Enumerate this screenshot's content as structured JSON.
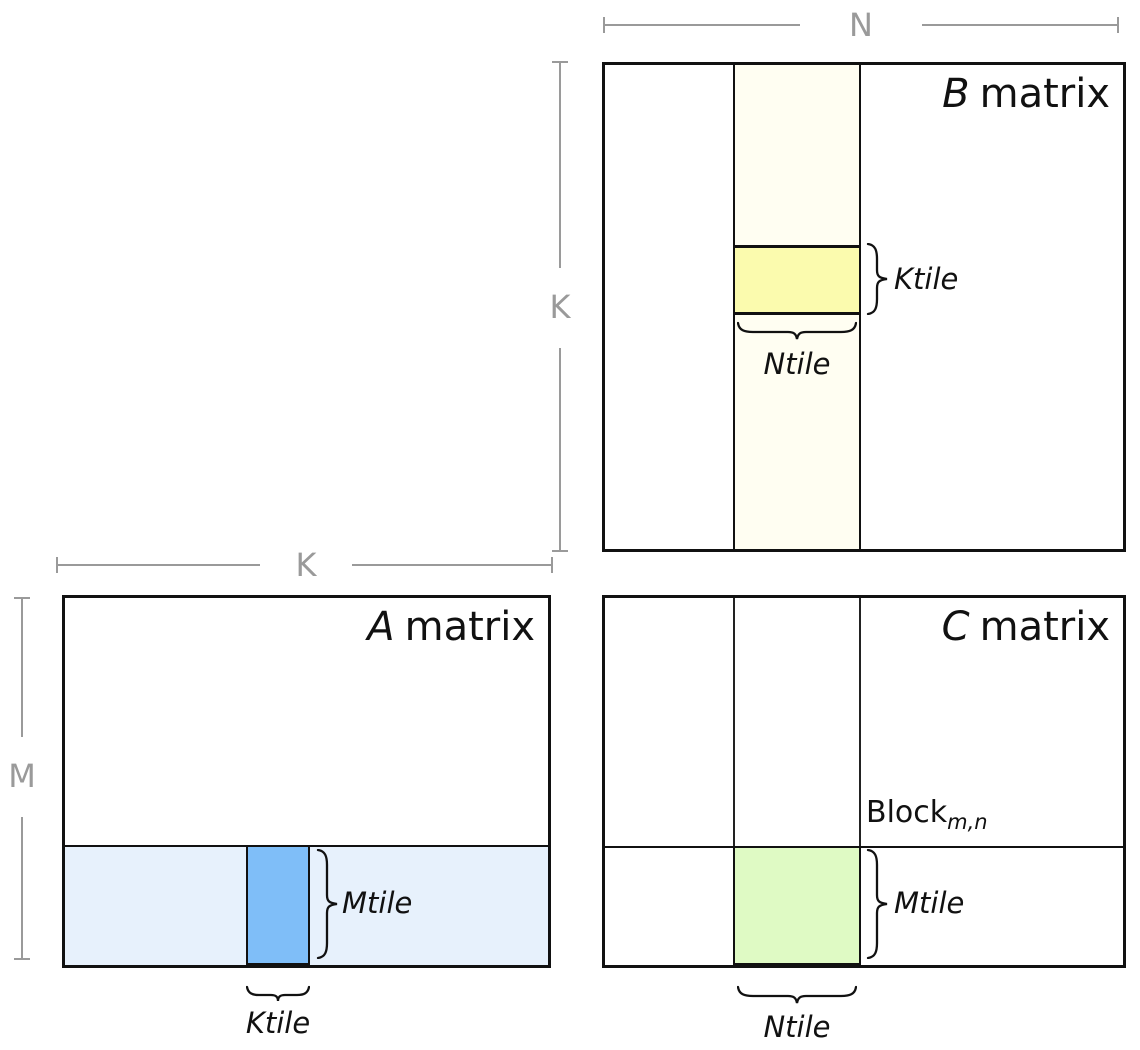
{
  "b_matrix": {
    "dim_width_label": "N",
    "dim_height_label": "K",
    "title_letter": "B",
    "title_word": "matrix",
    "ktile_label": "Ktile",
    "ntile_label": "Ntile"
  },
  "a_matrix": {
    "dim_width_label": "K",
    "dim_height_label": "M",
    "title_letter": "A",
    "title_word": "matrix",
    "mtile_label": "Mtile",
    "ktile_label": "Ktile"
  },
  "c_matrix": {
    "title_letter": "C",
    "title_word": "matrix",
    "block_word": "Block",
    "block_subscript": "m,n",
    "mtile_label": "Mtile",
    "ntile_label": "Ntile"
  },
  "colors": {
    "yellow_tile": "#fbfbae",
    "ivory_strip": "#fffef2",
    "blue_tile": "#7fbef8",
    "light_blue_strip": "#e7f1fc",
    "green_tile": "#dffac4",
    "dim_gray": "#9a9a9a",
    "line_black": "#111111"
  }
}
